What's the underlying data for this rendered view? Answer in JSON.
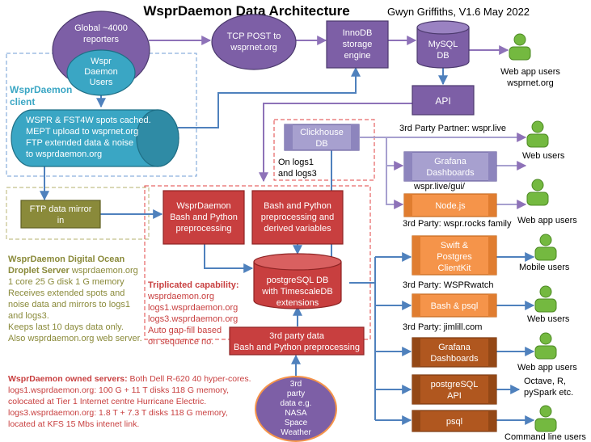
{
  "title": "WsprDaemon Data Architecture",
  "author": "Gwyn Griffiths, V1.6 May 2022",
  "nodes": {
    "reporters": [
      "Global ~4000",
      "reporters"
    ],
    "wd_users": [
      "Wspr",
      "Daemon",
      "Users"
    ],
    "tcp_post": [
      "TCP POST to",
      "wsprnet.org"
    ],
    "innodb": [
      "InnoDB",
      "storage",
      "engine"
    ],
    "mysql": [
      "MySQL",
      "DB"
    ],
    "api": "API",
    "client_cyl": [
      "WSPR & FST4W spots cached.",
      "MEPT upload to wsprnet.org",
      "FTP extended data & noise",
      "to wsprdaemon.org"
    ],
    "clickhouse": [
      "Clickhouse",
      "DB"
    ],
    "grafana_live": [
      "Grafana",
      "Dashboards"
    ],
    "nodejs": "Node.js",
    "swift": [
      "Swift &",
      "Postgres",
      "ClientKit"
    ],
    "bash_psql": "Bash & psql",
    "grafana_wd": [
      "Grafana",
      "Dashboards"
    ],
    "pg_api": [
      "postgreSQL",
      "API"
    ],
    "psql": "psql",
    "ftp_mirror": [
      "FTP data mirror",
      "in"
    ],
    "wd_bash": [
      "WsprDaemon",
      "Bash and Python",
      "preprocessing"
    ],
    "bash_py": [
      "Bash and Python",
      "preprocessing and",
      "derived variables"
    ],
    "postgres": [
      "postgreSQL DB",
      "with TimescaleDB",
      "extensions"
    ],
    "third_party_data": [
      "3rd party data",
      "Bash and Python preprocessing"
    ],
    "nasa": [
      "3rd",
      "party",
      "data e.g.",
      "NASA",
      "Space",
      "Weather"
    ]
  },
  "labels": {
    "web_app_users_wsprnet": [
      "Web app users",
      "wsprnet.org"
    ],
    "client_label": [
      "WsprDaemon",
      "client"
    ],
    "partner": "3rd Party Partner: wspr.live",
    "on_logs": [
      "On logs1",
      "and logs3"
    ],
    "web_users_1": "Web users",
    "wspr_live_gui": "wspr.live/gui/",
    "web_app_users_2": "Web app users",
    "wspr_rocks": "3rd Party: wspr.rocks family",
    "mobile_users": "Mobile users",
    "wsprwatch": "3rd Party: WSPRwatch",
    "web_users_2": "Web users",
    "jimlill": "3rd Party: jimlill.com",
    "web_app_users_3": "Web app users",
    "octave": [
      "Octave, R,",
      "pySpark etc."
    ],
    "cmd_users": "Command line users",
    "triplicated": [
      "Triplicated capability:",
      "wsprdaemon.org",
      "logs1.wsprdaemon.org",
      "logs3.wsprdaemon.org",
      "Auto gap-fill based",
      "on sequence no."
    ]
  },
  "server": {
    "title": [
      "WsprDaemon Digital Ocean",
      "Droplet Server"
    ],
    "host": " wsprdaemon.org",
    "lines": [
      "1 core  25 G disk 1 G memory",
      "Receives extended spots and",
      "noise data and mirrors to logs1",
      "and logs3.",
      "Keeps last 10 days data only.",
      "Also wsprdaemon.org web server."
    ]
  },
  "owned": {
    "title": "WsprDaemon owned servers:",
    "first": " Both Dell R-620 40 hyper-cores.",
    "lines": [
      "logs1.wsprdaemon.org: 100 G + 11 T disks  118 G memory,",
      "colocated  at Tier 1 Internet centre Hurricane Electric.",
      "logs3.wsprdaemon.org: 1.8 T + 7.3 T disks  118 G memory,",
      "located  at KFS 15 Mbs intenet link."
    ]
  },
  "colors": {
    "purple": "#7d5fa6",
    "blue_cyl": "#3aa6c4",
    "orange": "#f5944a",
    "brown": "#b0571f",
    "red": "#c83f3f",
    "olive": "#8a8a3a",
    "lavender": "#a7a0cf",
    "green_user": "#74b940",
    "arrow_blue": "#4f81bd",
    "arrow_purple": "#8e72b8"
  }
}
